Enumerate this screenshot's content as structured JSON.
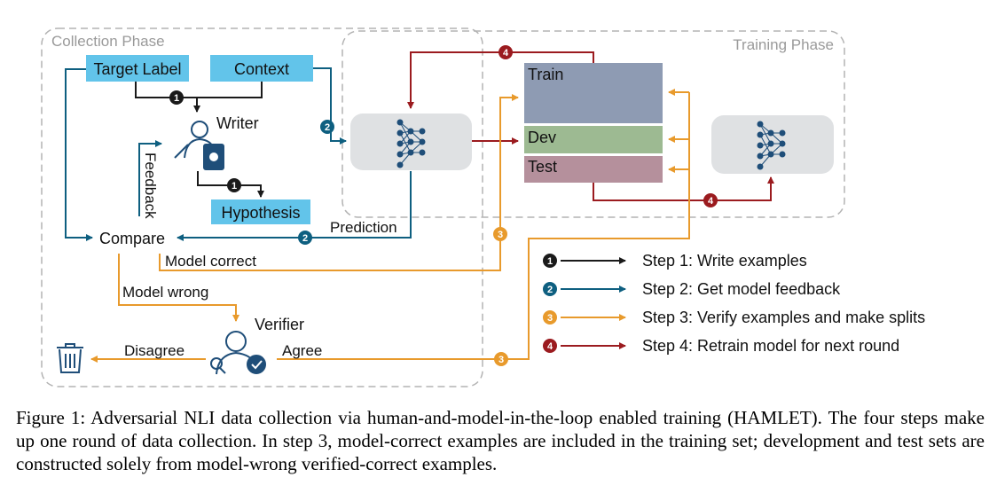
{
  "diagram": {
    "phases": {
      "collection": "Collection Phase",
      "training": "Training Phase"
    },
    "nodes": {
      "target_label": "Target Label",
      "context": "Context",
      "writer": "Writer",
      "hypothesis": "Hypothesis",
      "compare": "Compare",
      "verifier": "Verifier",
      "train": "Train",
      "dev": "Dev",
      "test": "Test"
    },
    "edge_labels": {
      "feedback": "Feedback",
      "prediction": "Prediction",
      "model_correct": "Model correct",
      "model_wrong": "Model wrong",
      "disagree": "Disagree",
      "agree": "Agree"
    },
    "step_badges": {
      "s1": "1",
      "s2": "2",
      "s3": "3",
      "s4": "4"
    },
    "legend": [
      {
        "num": "1",
        "label": "Step 1: Write examples",
        "color": "#1a1a1a"
      },
      {
        "num": "2",
        "label": "Step 2: Get model feedback",
        "color": "#0e5f80"
      },
      {
        "num": "3",
        "label": "Step 3: Verify examples and make splits",
        "color": "#e89a2c"
      },
      {
        "num": "4",
        "label": "Step 4: Retrain model for next round",
        "color": "#9b1b1f"
      }
    ],
    "colors": {
      "input_box": "#62c4ea",
      "train": "#8e9bb3",
      "dev": "#9dba92",
      "test": "#b5909c",
      "model_box": "#dfe1e3",
      "icon": "#1f4e79"
    }
  },
  "caption": "Figure 1: Adversarial NLI data collection via human-and-model-in-the-loop enabled training (HAMLET). The four steps make up one round of data collection. In step 3, model-correct examples are included in the training set; development and test sets are constructed solely from model-wrong verified-correct examples."
}
